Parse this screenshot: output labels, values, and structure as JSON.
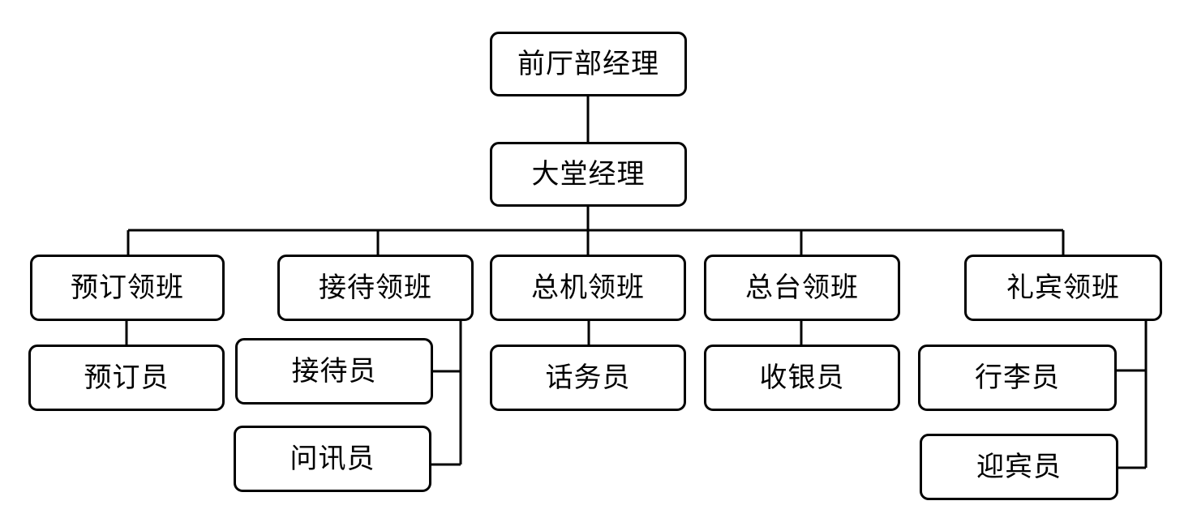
{
  "diagram": {
    "root": {
      "label": "前厅部经理"
    },
    "lobby_manager": {
      "label": "大堂经理"
    },
    "supervisors": [
      {
        "label": "预订领班",
        "staff": [
          {
            "label": "预订员"
          }
        ]
      },
      {
        "label": "接待领班",
        "staff": [
          {
            "label": "接待员"
          },
          {
            "label": "问讯员"
          }
        ]
      },
      {
        "label": "总机领班",
        "staff": [
          {
            "label": "话务员"
          }
        ]
      },
      {
        "label": "总台领班",
        "staff": [
          {
            "label": "收银员"
          }
        ]
      },
      {
        "label": "礼宾领班",
        "staff": [
          {
            "label": "行李员"
          },
          {
            "label": "迎宾员"
          }
        ]
      }
    ]
  }
}
